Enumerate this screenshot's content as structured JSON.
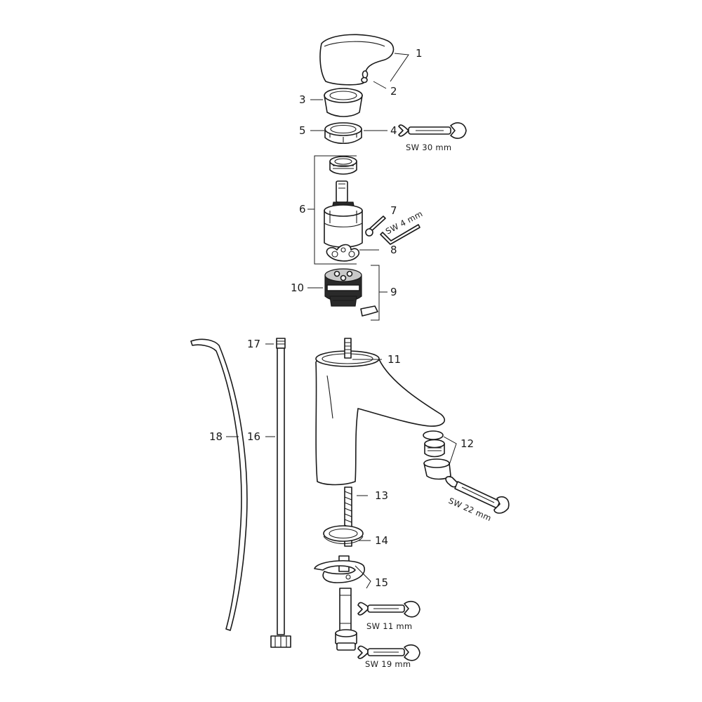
{
  "callouts": {
    "c1": "1",
    "c2": "2",
    "c3": "3",
    "c4": "4",
    "c5": "5",
    "c6": "6",
    "c7": "7",
    "c8": "8",
    "c9": "9",
    "c10": "10",
    "c11": "11",
    "c12": "12",
    "c13": "13",
    "c14": "14",
    "c15": "15",
    "c16": "16",
    "c17": "17",
    "c18": "18"
  },
  "tools": {
    "wrench_sw30": "SW 30 mm",
    "hex_key_sw4": "SW 4 mm",
    "wrench_sw22": "SW 22 mm",
    "wrench_sw11": "SW 11 mm",
    "wrench_sw19": "SW 19 mm"
  }
}
